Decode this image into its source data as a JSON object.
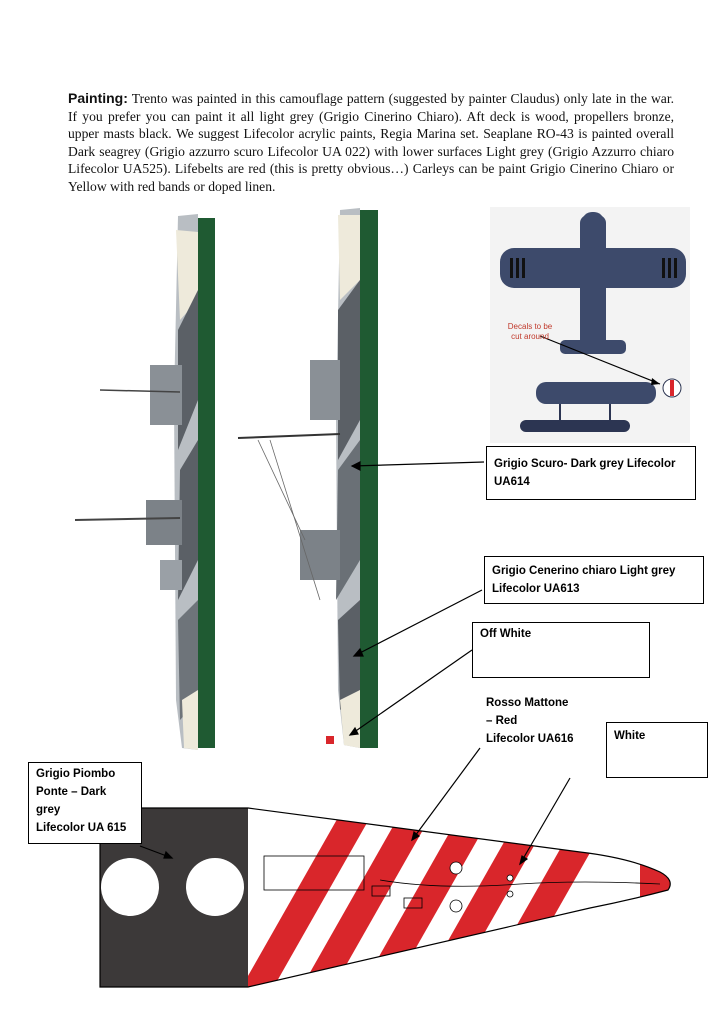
{
  "intro": {
    "lead": "Painting:",
    "text": "Trento was painted in this camouflage pattern (suggested by painter Claudus) only late in the war. If you prefer you can paint it all light grey (Grigio Cinerino Chiaro). Aft deck is wood, propellers bronze, upper masts black. We suggest Lifecolor acrylic paints, Regia Marina set. Seaplane RO-43 is painted overall Dark seagrey  (Grigio azzurro scuro Lifecolor UA 022) with lower surfaces Light grey (Grigio Azzurro chiaro Lifecolor UA525). Lifebelts are red (this is pretty obvious…) Carleys can be paint Grigio Cinerino Chiaro or Yellow with red bands or doped linen."
  },
  "seaplane": {
    "decal_note": "Decals to be\ncut around"
  },
  "callouts": {
    "dark_grey": "Grigio Scuro- Dark grey  Lifecolor\nUA614",
    "light_grey": "Grigio Cenerino chiaro Light grey\nLifecolor UA613",
    "off_white": "Off White",
    "red": "Rosso Mattone\n– Red\nLifecolor UA616",
    "white": "White",
    "deck_grey": "Grigio Piombo\nPonte – Dark\ngrey\nLifecolor UA 615"
  },
  "colors": {
    "hull_green": "#1f5a32",
    "dark_grey": "#5b6066",
    "light_grey": "#b9bec3",
    "off_white": "#eeeadb",
    "red": "#d9262b",
    "deck_grey": "#3c3939",
    "seaplane_blue": "#3d4a6b"
  }
}
